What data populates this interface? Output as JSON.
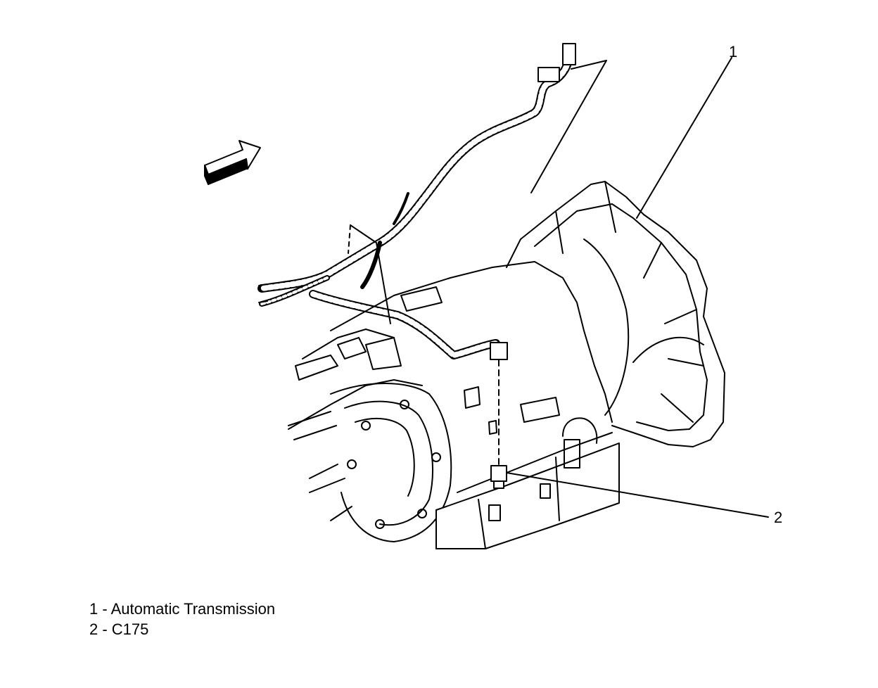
{
  "callouts": [
    {
      "number": "1"
    },
    {
      "number": "2"
    }
  ],
  "legend": [
    {
      "text": "1 - Automatic Transmission"
    },
    {
      "text": "2 - C175"
    }
  ],
  "colors": {
    "line": "#000000",
    "background": "#ffffff"
  },
  "icons": [
    "front-direction-arrow-icon"
  ]
}
